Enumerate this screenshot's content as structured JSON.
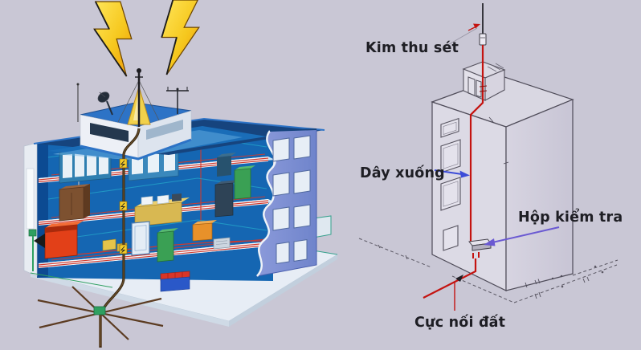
{
  "labels": {
    "kim_thu_set": "Kim thu sét",
    "day_xuong": "Dây xuống",
    "hop_kiem_tra": "Hộp kiểm tra",
    "cuc_noi_dat": "Cực nối đất"
  },
  "colors": {
    "background": "#c9c7d5",
    "conductor_red": "#c41310",
    "arrow_blue": "#3c4cd8",
    "arrow_purple": "#6a59d2",
    "lightning_yellow": "#f6d321",
    "facade_blue": "#7b90d2",
    "interior_blue": "#1566b2",
    "schematic_wall": "#dbd9e4",
    "label_text": "#1e1e24"
  },
  "icons": [
    {
      "name": "lightning-bolt-icon",
      "glyph": "⚡"
    },
    {
      "name": "satellite-dish-icon",
      "glyph": "📡"
    },
    {
      "name": "antenna-icon",
      "glyph": "T"
    }
  ]
}
